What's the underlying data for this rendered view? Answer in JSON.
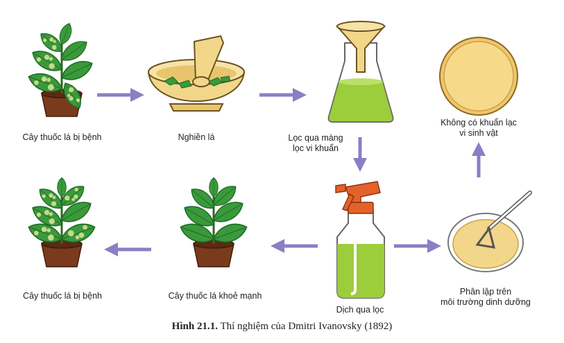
{
  "labels": {
    "diseased_plant_top": "Cây thuốc lá bị bệnh",
    "grind_leaves": "Nghiền lá",
    "filter_line1": "Lọc qua màng",
    "filter_line2": "lọc vi khuẩn",
    "no_colonies_line1": "Không có khuẩn lạc",
    "no_colonies_line2": "vi sinh vật",
    "diseased_plant_bottom": "Cây thuốc lá bị bệnh",
    "healthy_plant": "Cây thuốc lá khoẻ mạnh",
    "filtrate": "Dịch qua lọc",
    "isolate_line1": "Phân lập trên",
    "isolate_line2": "môi trường dinh dưỡng"
  },
  "caption": {
    "figure_number": "Hình 21.1.",
    "text": "Thí nghiệm của Dmitri Ivanovsky (1892)"
  },
  "colors": {
    "arrow": "#8a7fc4",
    "leaf_green": "#3a9a3a",
    "leaf_dark": "#1f6b2a",
    "diseased_spot": "#c8d88a",
    "pot_brown": "#7a3b1c",
    "bowl": "#f2d68a",
    "liquid": "#9ccd3a",
    "sprayer_orange": "#e4622a"
  }
}
